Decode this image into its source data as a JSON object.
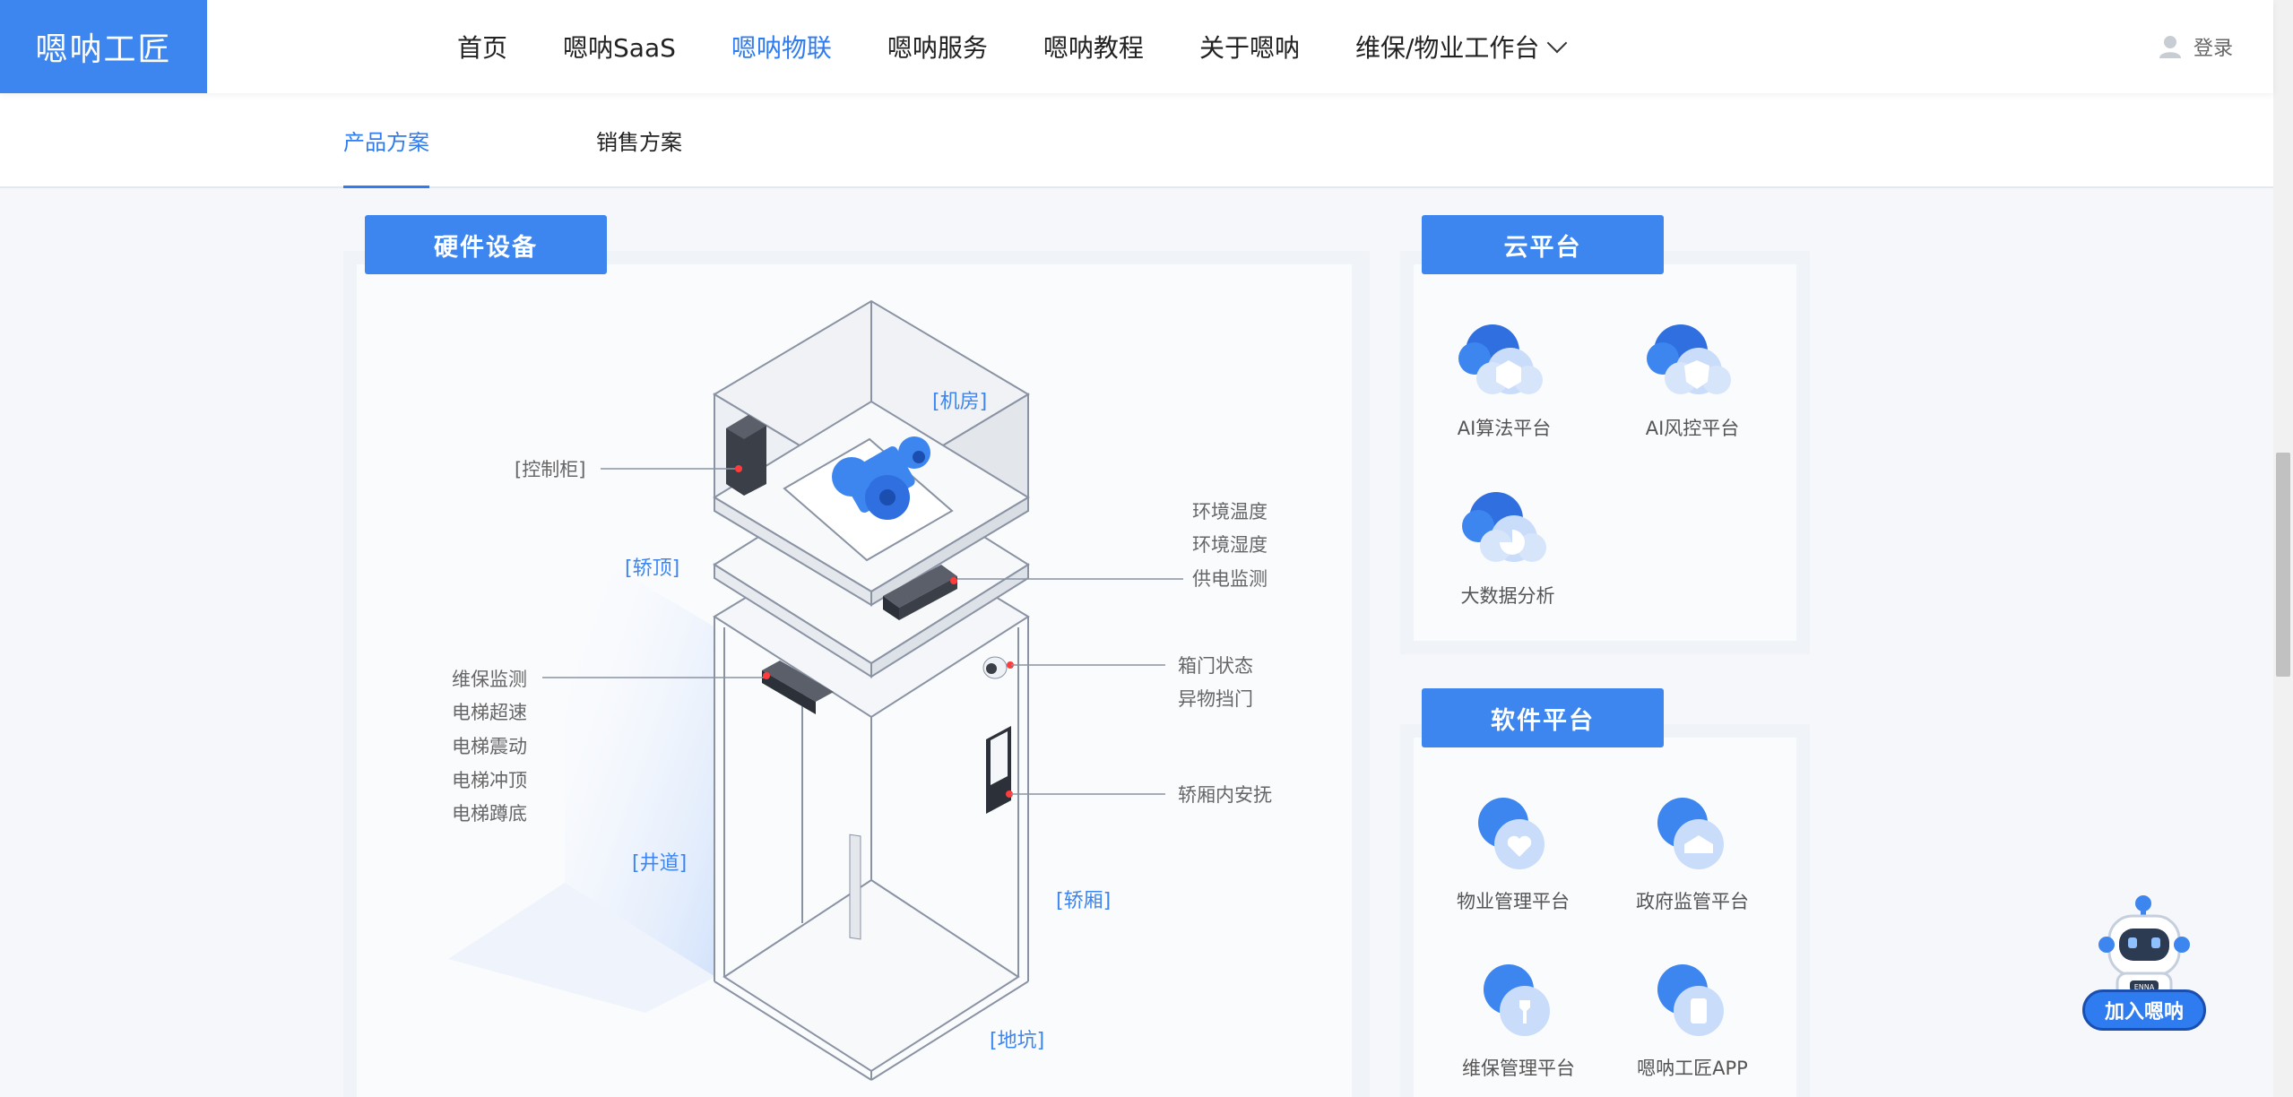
{
  "header": {
    "logo": "嗯呐工匠",
    "nav": [
      {
        "label": "首页"
      },
      {
        "label": "嗯呐SaaS"
      },
      {
        "label": "嗯呐物联"
      },
      {
        "label": "嗯呐服务"
      },
      {
        "label": "嗯呐教程"
      },
      {
        "label": "关于嗯呐"
      },
      {
        "label": "维保/物业工作台"
      }
    ],
    "active_nav": "嗯呐物联",
    "login": "登录"
  },
  "subnav": {
    "tabs": [
      {
        "label": "产品方案"
      },
      {
        "label": "销售方案"
      }
    ],
    "active": "产品方案"
  },
  "hardware": {
    "title": "硬件设备",
    "labels": {
      "machine_room": "[机房]",
      "car_top": "[轿顶]",
      "shaft": "[井道]",
      "car": "[轿厢]",
      "pit": "[地坑]",
      "control_cabinet": "[控制柜]",
      "env_temp": "环境温度",
      "env_humidity": "环境湿度",
      "power_monitor": "供电监测",
      "door_state": "箱门状态",
      "foreign_obstruct": "异物挡门",
      "car_comfort": "轿厢内安抚",
      "maint_monitor": "维保监测",
      "overspeed": "电梯超速",
      "vibration": "电梯震动",
      "top_hit": "电梯冲顶",
      "bottom_squat": "电梯蹲底"
    }
  },
  "cloud": {
    "title": "云平台",
    "items": [
      {
        "label": "AI算法平台",
        "icon": "cube-icon"
      },
      {
        "label": "AI风控平台",
        "icon": "shield-icon"
      },
      {
        "label": "大数据分析",
        "icon": "pie-chart-icon"
      }
    ]
  },
  "software": {
    "title": "软件平台",
    "items": [
      {
        "label": "物业管理平台",
        "icon": "heart-icon"
      },
      {
        "label": "政府监管平台",
        "icon": "building-icon"
      },
      {
        "label": "维保管理平台",
        "icon": "wrench-icon"
      },
      {
        "label": "嗯呐工匠APP",
        "icon": "phone-icon"
      }
    ]
  },
  "robot": {
    "label": "加入嗯呐",
    "badge": "ENNA"
  },
  "colors": {
    "accent": "#3d86f0",
    "active_text": "#2f7cf0"
  }
}
